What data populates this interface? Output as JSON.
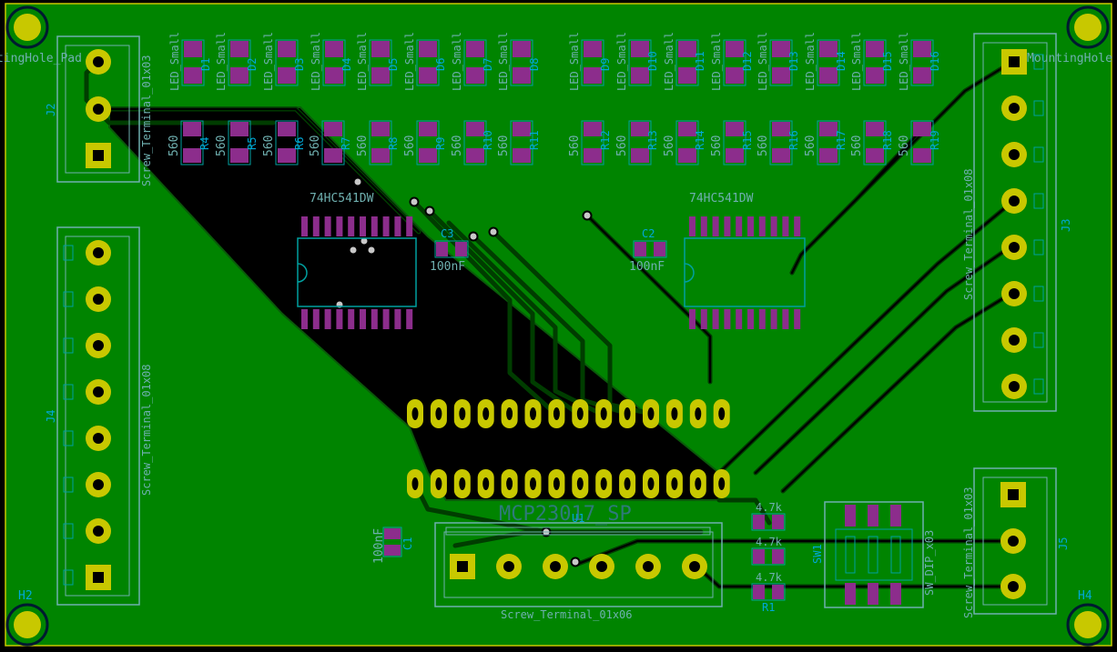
{
  "colors": {
    "board": "#008400",
    "track": "#003d00",
    "copper_fill": "#000000",
    "pad": "#8c2d8c",
    "tht_pad": "#c8c800",
    "silk": "#6fb0b0",
    "fab": "#00a0a0",
    "ref_blue": "#00a8d8",
    "edge": "#c8c800"
  },
  "labels": {
    "mounting_hole_left": "tingHole_Pad",
    "mounting_hole_right": "MountingHole",
    "h2": "H2",
    "h4": "H4",
    "j2_value": "Screw_Terminal_01x03",
    "j2_ref": "J2",
    "j4_value": "Screw_Terminal_01x08",
    "j4_ref": "J4",
    "j3_value": "Screw_Terminal_01x08",
    "j3_ref": "J3",
    "j5_value": "Screw_Terminal_01x03",
    "j5_ref": "J5",
    "u2_value": "74HC541DW",
    "u3_value": "74HC541DW",
    "u1_value": "MCP23017_SP",
    "u1_ref": "U1",
    "j1_value": "Screw_Terminal_01x06",
    "c1_value": "100nF",
    "c1_ref": "C1",
    "c2_value": "100nF",
    "c2_ref": "C2",
    "c3_value": "100nF",
    "c3_ref": "C3",
    "sw_value": "SW_DIP_x03",
    "sw_ref": "SW1",
    "pullup_value": "4.7k",
    "r1_ref": "R1"
  },
  "leds": {
    "value": "LED_Small",
    "refs": [
      "D1",
      "D2",
      "D3",
      "D4",
      "D5",
      "D6",
      "D7",
      "D8",
      "D9",
      "D10",
      "D11",
      "D12",
      "D13",
      "D14",
      "D15",
      "D16"
    ]
  },
  "resistors": {
    "value": "560",
    "refs": [
      "R4",
      "R5",
      "R6",
      "R7",
      "R8",
      "R9",
      "R10",
      "R11",
      "R12",
      "R13",
      "R14",
      "R15",
      "R16",
      "R17",
      "R18",
      "R19"
    ]
  }
}
